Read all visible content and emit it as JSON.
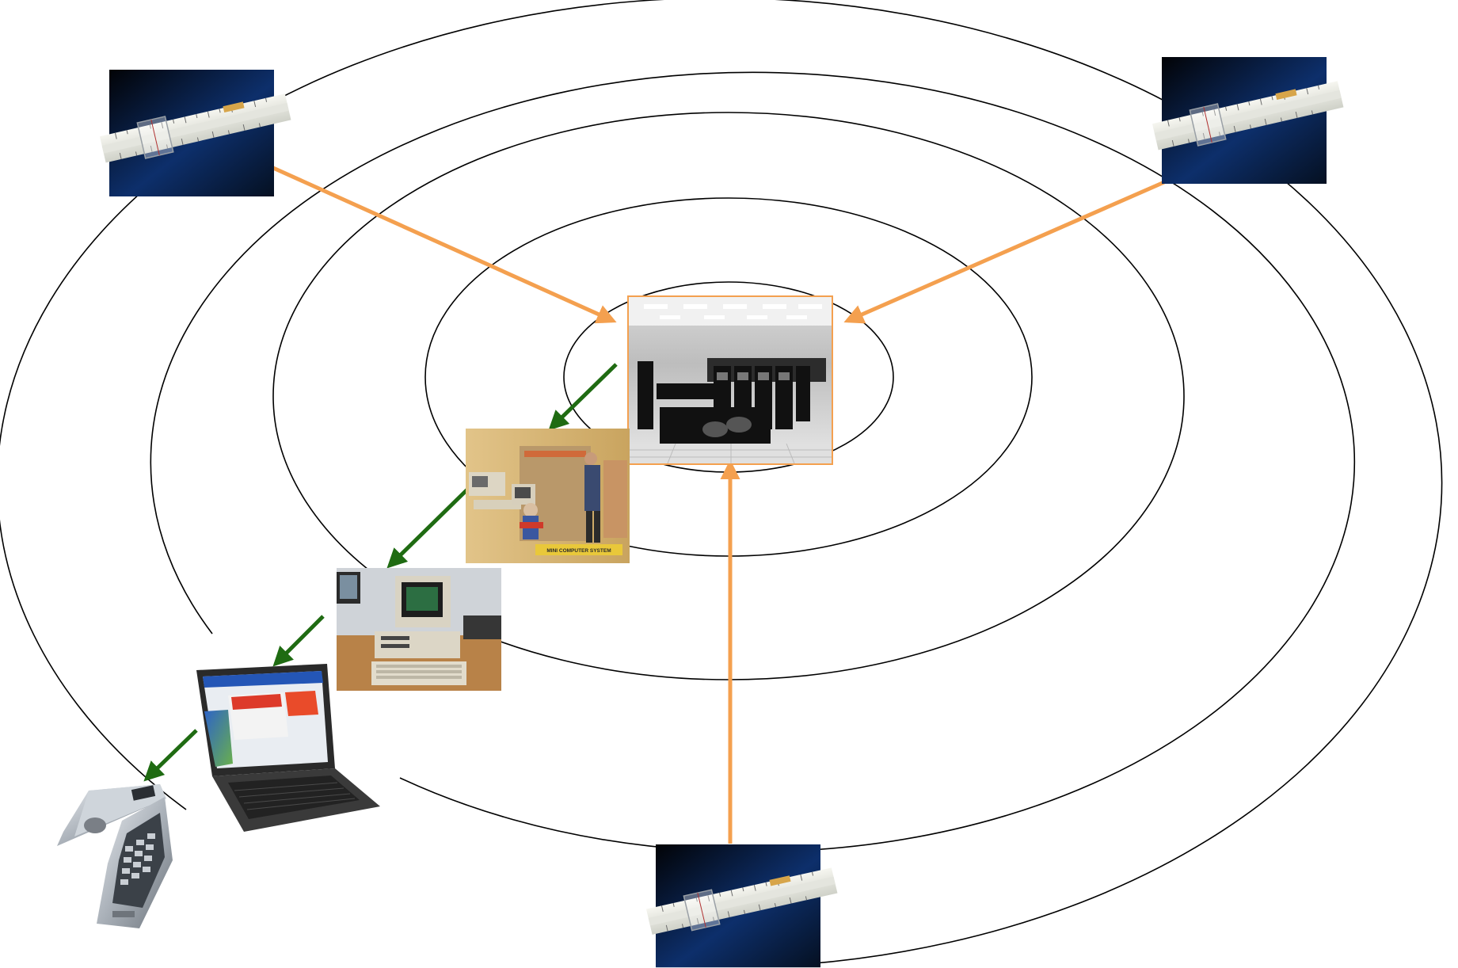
{
  "diagram": {
    "type": "concentric-evolution",
    "ring_count": 5,
    "colors": {
      "background": "#ffffff",
      "ring_stroke": "#000000",
      "inward_arrow": "#f4a04f",
      "outward_arrow": "#1f6b12",
      "mainframe_border": "#f4a04f"
    },
    "center": {
      "icon": "mainframe-room-icon"
    },
    "evolution_chain": [
      {
        "icon": "minicomputer-icon",
        "caption": "MINI COMPUTER SYSTEM"
      },
      {
        "icon": "personal-computer-icon"
      },
      {
        "icon": "laptop-icon"
      },
      {
        "icon": "flip-phone-icon"
      }
    ],
    "slide_rules": [
      {
        "icon": "slide-rule-icon",
        "position": "top-left"
      },
      {
        "icon": "slide-rule-icon",
        "position": "top-right"
      },
      {
        "icon": "slide-rule-icon",
        "position": "bottom"
      }
    ]
  }
}
